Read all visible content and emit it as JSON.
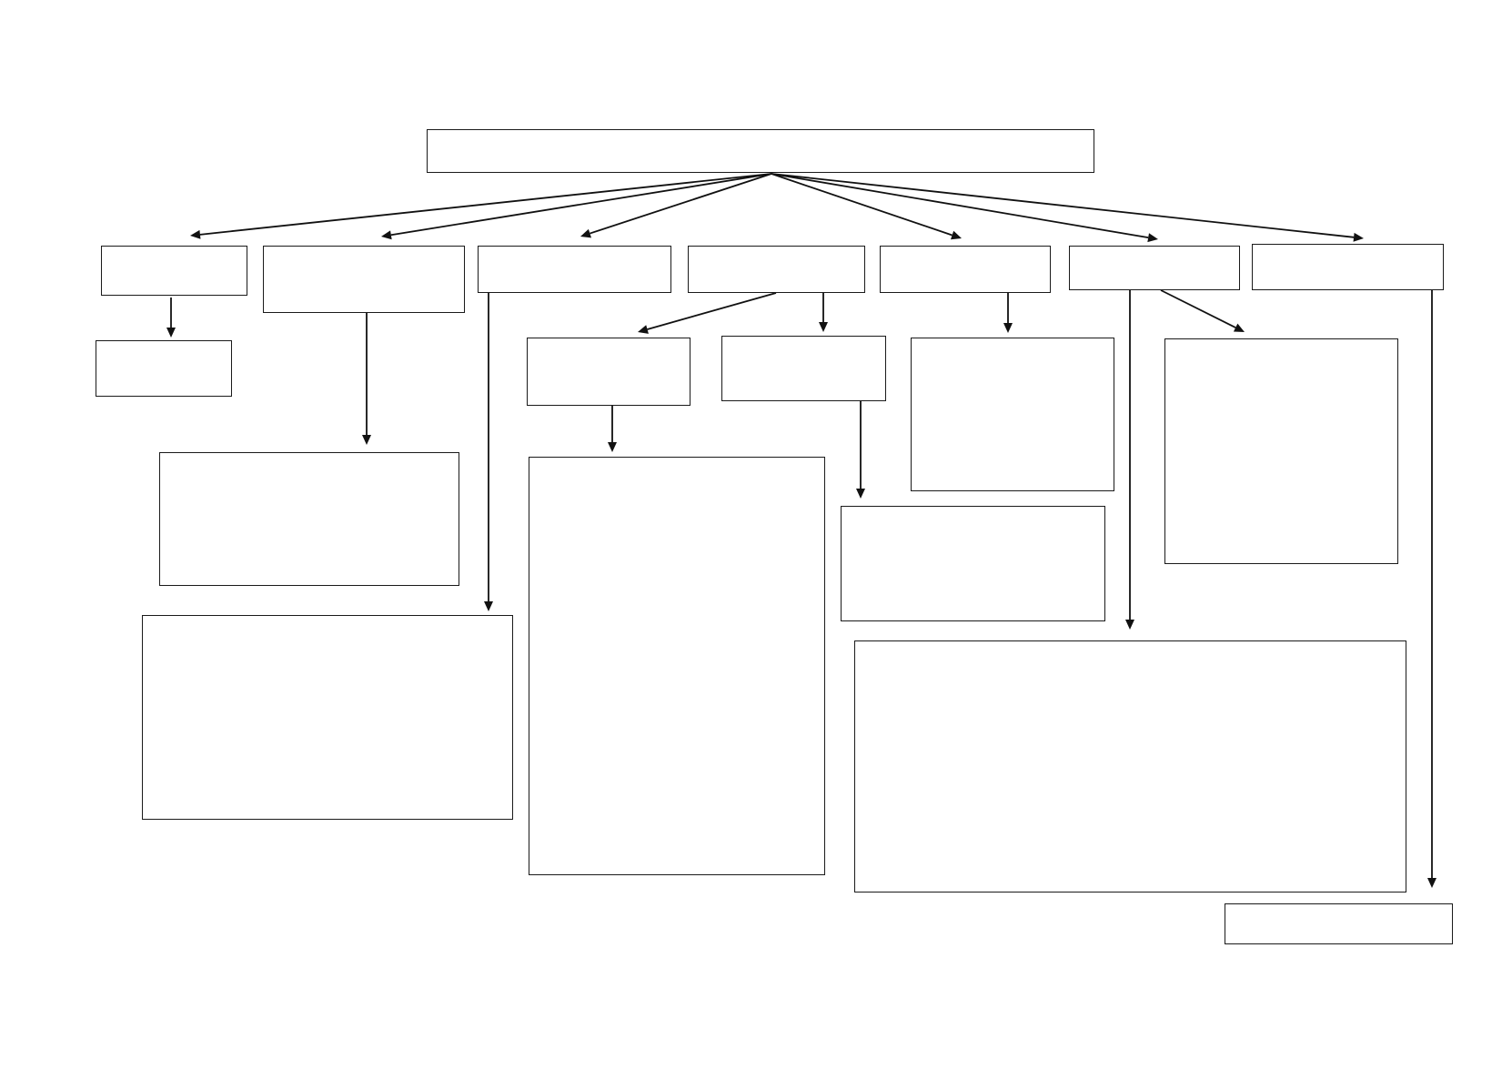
{
  "diagram": {
    "type": "hierarchy",
    "boxes": [
      {
        "id": "root",
        "text": ""
      },
      {
        "id": "l1-1",
        "text": ""
      },
      {
        "id": "l1-2",
        "text": ""
      },
      {
        "id": "l1-3",
        "text": ""
      },
      {
        "id": "l1-4",
        "text": ""
      },
      {
        "id": "l1-5",
        "text": ""
      },
      {
        "id": "l1-6",
        "text": ""
      },
      {
        "id": "l1-7",
        "text": ""
      },
      {
        "id": "l2-1",
        "text": ""
      },
      {
        "id": "l2-2",
        "text": ""
      },
      {
        "id": "l2-3",
        "text": ""
      },
      {
        "id": "l2-4a",
        "text": ""
      },
      {
        "id": "l2-4b",
        "text": ""
      },
      {
        "id": "l2-4c",
        "text": ""
      },
      {
        "id": "l2-4d",
        "text": ""
      },
      {
        "id": "l2-5",
        "text": ""
      },
      {
        "id": "l2-6a",
        "text": ""
      },
      {
        "id": "l2-6b",
        "text": ""
      },
      {
        "id": "l2-7",
        "text": ""
      }
    ],
    "connections": [
      {
        "from": "root",
        "to": "l1-1"
      },
      {
        "from": "root",
        "to": "l1-2"
      },
      {
        "from": "root",
        "to": "l1-3"
      },
      {
        "from": "root",
        "to": "l1-4"
      },
      {
        "from": "root",
        "to": "l1-5"
      },
      {
        "from": "root",
        "to": "l1-6"
      },
      {
        "from": "root",
        "to": "l1-7"
      },
      {
        "from": "l1-1",
        "to": "l2-1"
      },
      {
        "from": "l1-2",
        "to": "l2-2"
      },
      {
        "from": "l1-3",
        "to": "l2-3"
      },
      {
        "from": "l1-4",
        "to": "l2-4a"
      },
      {
        "from": "l1-4",
        "to": "l2-4b"
      },
      {
        "from": "l2-4a",
        "to": "l2-4c"
      },
      {
        "from": "l2-4b",
        "to": "l2-4d"
      },
      {
        "from": "l1-5",
        "to": "l2-5"
      },
      {
        "from": "l1-6",
        "to": "l2-6a"
      },
      {
        "from": "l1-6",
        "to": "l2-6b"
      },
      {
        "from": "l1-7",
        "to": "l2-7"
      }
    ],
    "colors": {
      "stroke": "#111111",
      "box_fill": "#ffffff",
      "background": "#ffffff"
    }
  }
}
